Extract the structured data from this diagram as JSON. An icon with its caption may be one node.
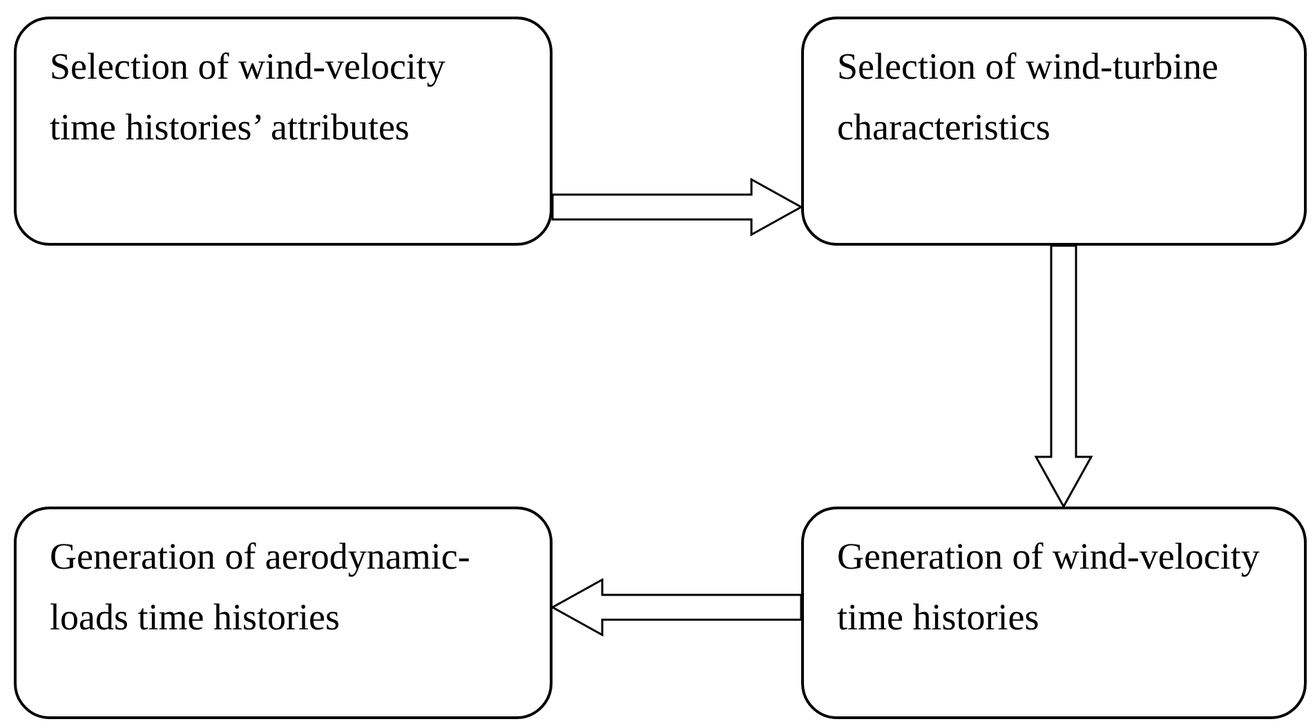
{
  "diagram": {
    "nodes": [
      {
        "text": [
          "Selection of wind-velocity time histories’ attributes"
        ]
      },
      {
        "text": [
          "Selection of wind-turbine characteristics"
        ]
      },
      {
        "text": [
          "Generation of aerodynamic-loads time histories"
        ]
      },
      {
        "text": [
          "Generation of wind-velocity time histories"
        ]
      }
    ],
    "edges": [
      {
        "from": 0,
        "to": 1,
        "arrow": "to"
      },
      {
        "from": 1,
        "to": 3,
        "arrow": "to"
      },
      {
        "from": 3,
        "to": 2,
        "arrow": "to"
      }
    ]
  }
}
